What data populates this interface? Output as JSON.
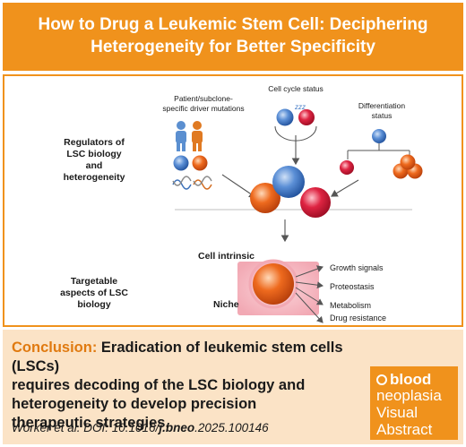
{
  "title": {
    "line1": "How to Drug a Leukemic Stem Cell: Deciphering",
    "line2": "Heterogeneity for Better Specificity"
  },
  "diagram": {
    "regulators_label": [
      "Regulators of",
      "LSC biology",
      "and",
      "heterogeneity"
    ],
    "patient_label": [
      "Patient/subclone-",
      "specific driver mutations"
    ],
    "cell_cycle_label": "Cell cycle status",
    "differentiation_label": [
      "Differentiation",
      "status"
    ],
    "sleep_glyph": "zzz",
    "targetable_label": [
      "Targetable",
      "aspects of LSC",
      "biology"
    ],
    "cell_intrinsic_label": "Cell intrinsic",
    "niche_label": "Niche",
    "targets": [
      "Growth signals",
      "Proteostasis",
      "Metabolism",
      "Drug resistance"
    ]
  },
  "conclusion": {
    "label": "Conclusion:",
    "text_line1": " Eradication of leukemic stem cells (LSCs)",
    "text_line2": "requires decoding of the LSC biology and",
    "text_line3": "heterogeneity to develop precision",
    "text_line4": "therapeutic strategies."
  },
  "citation": {
    "prefix": "Worker et al. DOI: 10.1016/",
    "journal": "j.bneo",
    "suffix": ".2025.100146"
  },
  "logo": {
    "brand": "blood",
    "line2": "neoplasia",
    "line3": "Visual",
    "line4": "Abstract"
  },
  "colors": {
    "orange": "#f0921c",
    "cell_blue": "#4a7fc8",
    "cell_orange": "#e8601c",
    "cell_red": "#d81e3c",
    "person_blue": "#5b8fd0",
    "person_orange": "#e07a22",
    "niche_pink": "#f5b7c0"
  }
}
